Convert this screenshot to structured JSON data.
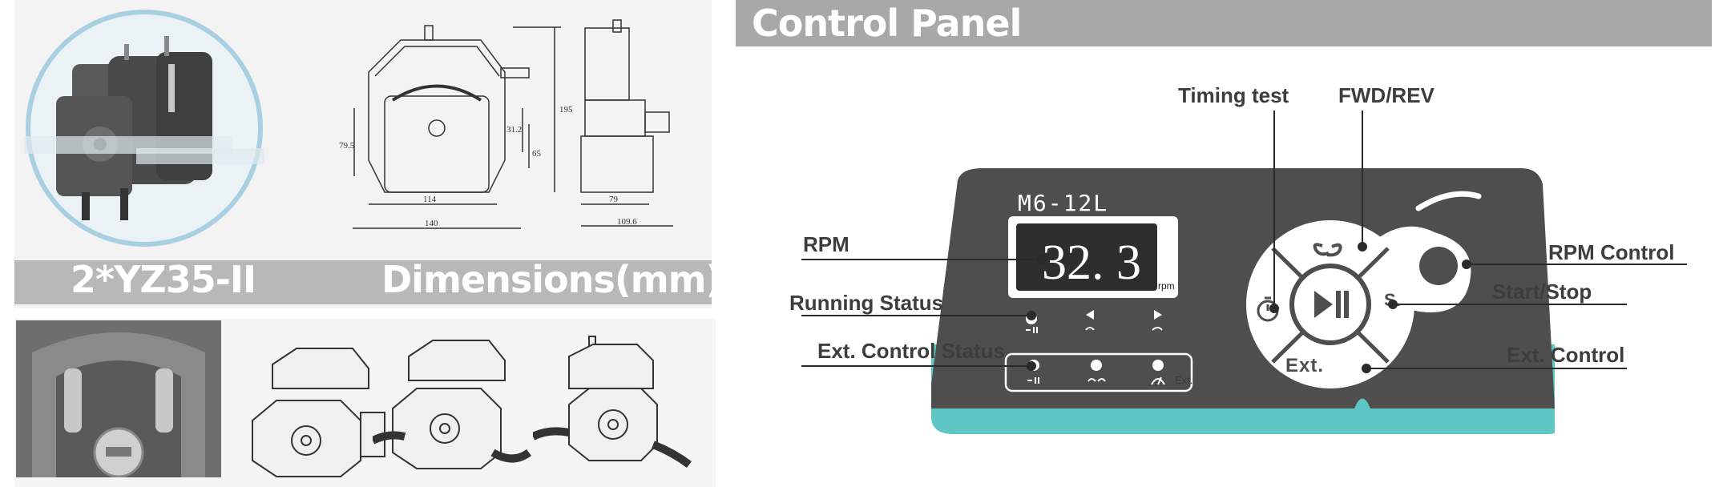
{
  "left": {
    "banner": {
      "model": "2*YZ35-II",
      "dimensions": "Dimensions(mm)"
    },
    "drawing": {
      "width_140": "140",
      "width_114": "114",
      "height_195": "195",
      "height_79_5": "79.5",
      "dim_31_2": "31.2",
      "dim_65": "65",
      "depth_79": "79",
      "depth_109_6": "109.6"
    }
  },
  "control_panel": {
    "title": "Control Panel",
    "model": "M6-12L",
    "display_value": "32. 3",
    "display_unit": "rpm",
    "ext_indicator": "Ext.",
    "start_stop_short": "S.",
    "ext_button": "Ext.",
    "callouts": {
      "timing_test": "Timing test",
      "fwd_rev": "FWD/REV",
      "rpm": "RPM",
      "rpm_control": "RPM Control",
      "running_status": "Running Status",
      "start_stop": "Start/Stop",
      "ext_control_status": "Ext. Control Status",
      "ext_control": "Ext. Control"
    }
  },
  "colors": {
    "panel": "#4e4e4e",
    "teal": "#5ec7c3",
    "header_gray": "#a8a8a8"
  }
}
